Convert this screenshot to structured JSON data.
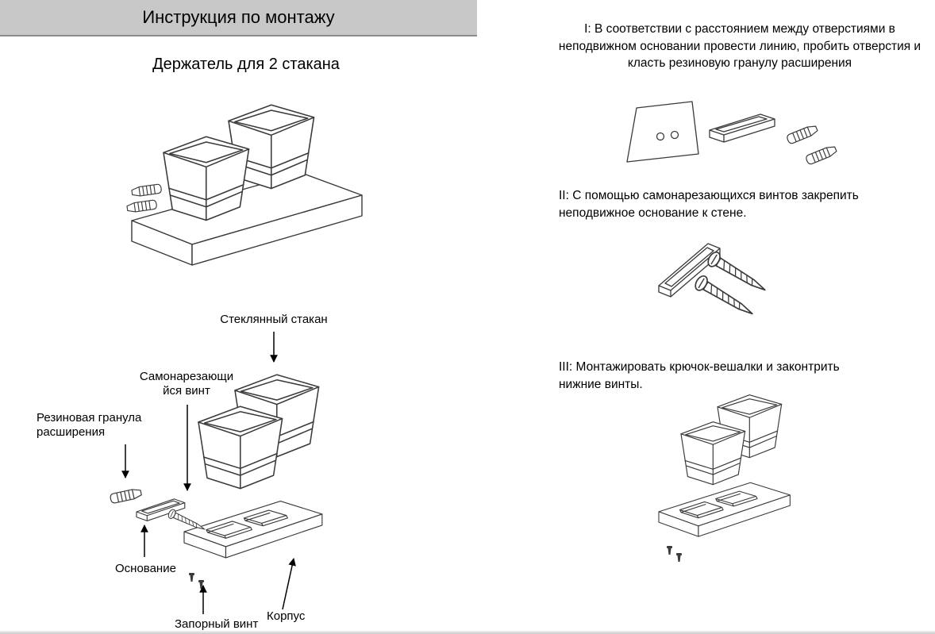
{
  "header": {
    "title": "Инструкция по монтажу"
  },
  "product": {
    "title": "Держатель для 2 стакана"
  },
  "diagram_labels": {
    "glass_cup": "Стеклянный стакан",
    "self_tapping_screw": "Самонарезающийся винт",
    "rubber_granule": "Резиновая гранула расширения",
    "base": "Основание",
    "locking_screw": "Запорный винт",
    "housing": "Корпус"
  },
  "steps": [
    {
      "id": "I",
      "text": "I: В соответствии с расстоянием между отверстиями в неподвижном основании провести линию, пробить отверстия и класть резиновую гранулу расширения"
    },
    {
      "id": "II",
      "text": "II: С помощью самонарезающихся винтов закрепить неподвижное основание к стене."
    },
    {
      "id": "III",
      "text": "III: Монтажировать крючок-вешалки и законтрить нижние винты."
    }
  ],
  "colors": {
    "header_bg": "#c8c8c8",
    "header_border": "#8c8c8c",
    "line": "#3a3a3a",
    "text": "#000000"
  }
}
